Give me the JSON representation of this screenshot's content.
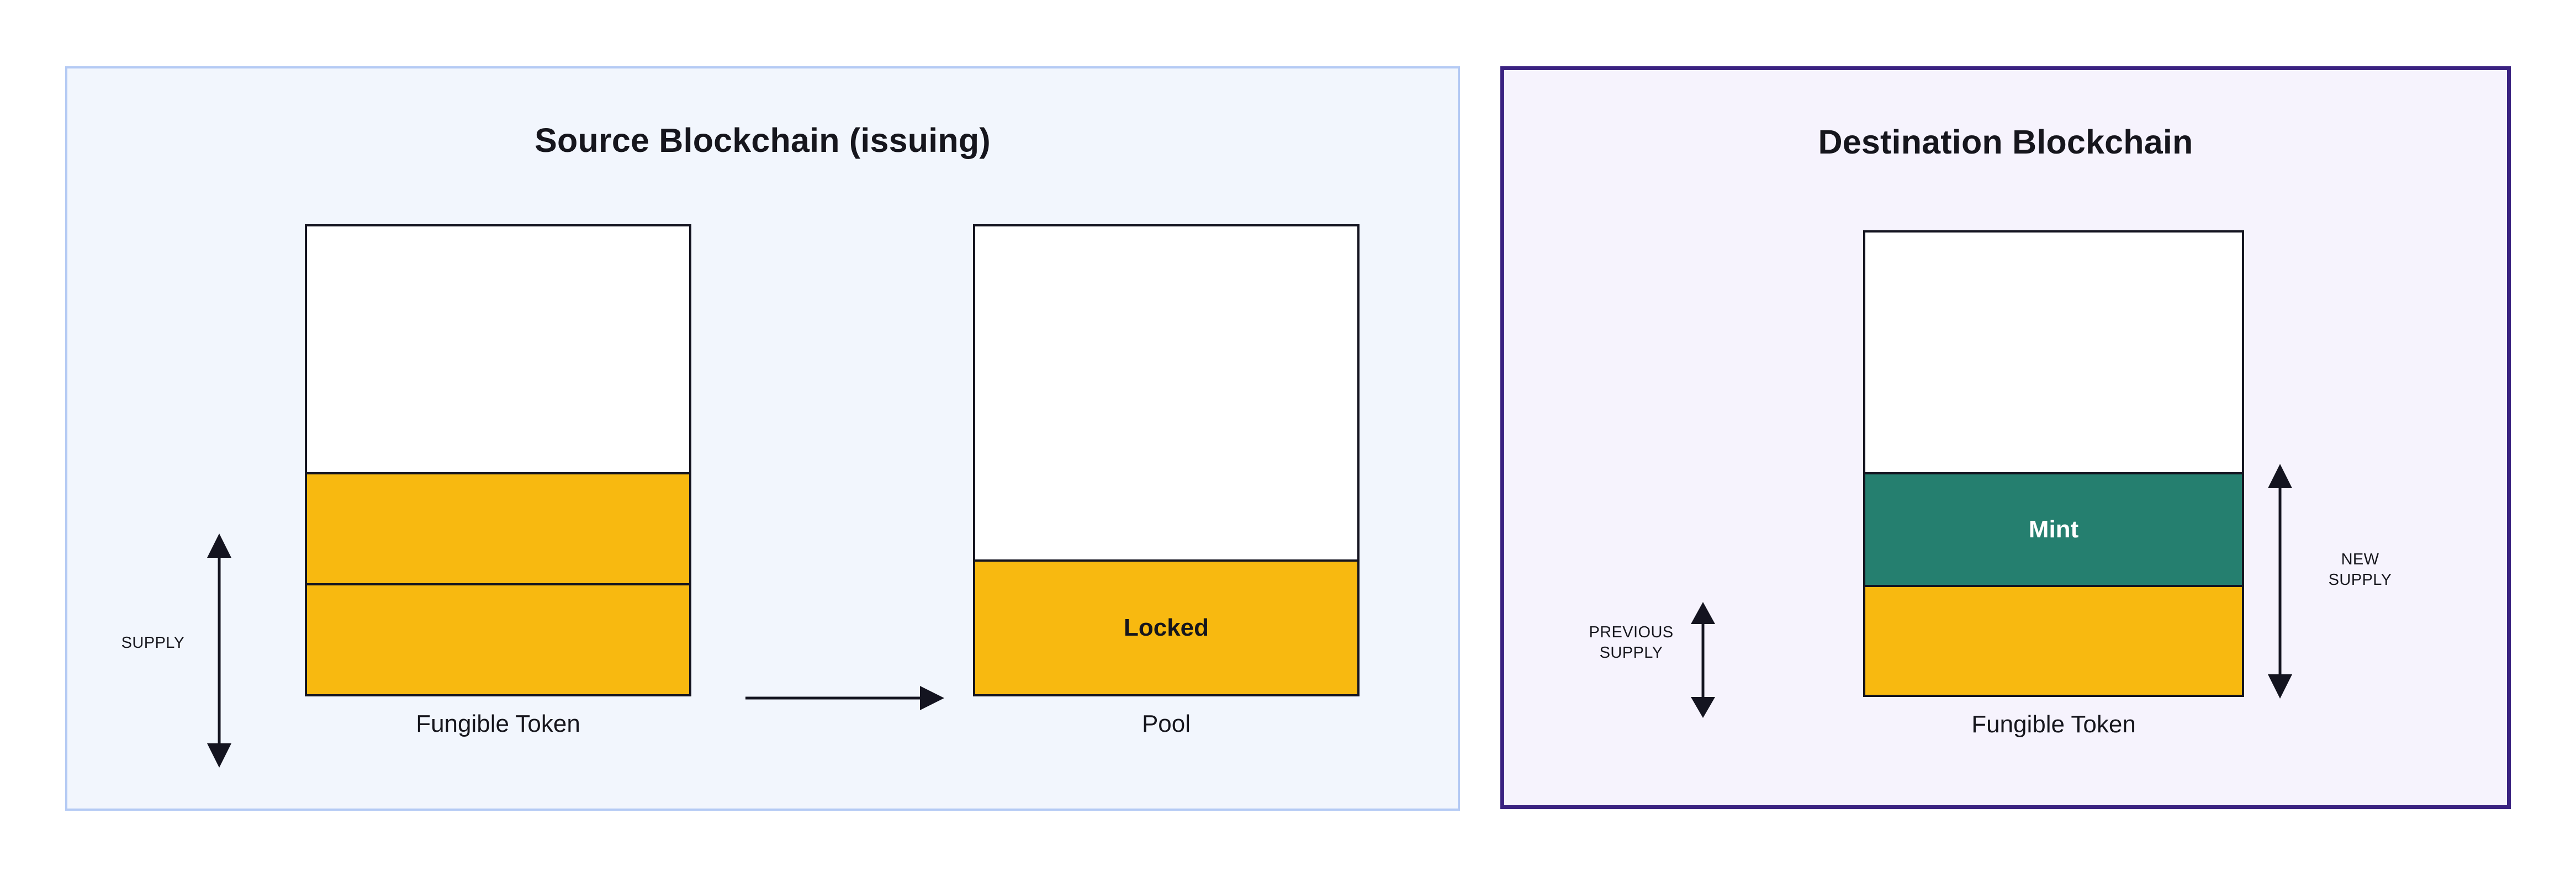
{
  "diagram": {
    "title_implicit": "Cross-chain token lock-and-mint",
    "colors": {
      "token_yellow": "#f8b910",
      "mint_teal": "#257f6f",
      "empty_white": "#ffffff",
      "stroke_black": "#141420",
      "source_panel_bg": "#f2f6fd",
      "source_panel_border": "#b4caf4",
      "destination_panel_bg": "#f6f3fd",
      "destination_panel_border": "#3a2281",
      "page_bg": "#ffffff"
    }
  },
  "source_panel": {
    "title": "Source Blockchain (issuing)",
    "token_column": {
      "caption": "Fungible Token",
      "segments": [
        {
          "name": "headroom",
          "label": "",
          "fill": "empty",
          "fraction": 0.525
        },
        {
          "name": "supply-upper",
          "label": "",
          "fill": "yellow",
          "fraction": 0.238
        },
        {
          "name": "supply-lower",
          "label": "",
          "fill": "yellow",
          "fraction": 0.237
        }
      ]
    },
    "supply_measure": {
      "label": "SUPPLY",
      "spans": [
        "supply-upper",
        "supply-lower"
      ]
    },
    "transfer_arrow": {
      "from": "Fungible Token",
      "to": "Pool",
      "label": ""
    },
    "pool_column": {
      "caption": "Pool",
      "segments": [
        {
          "name": "pool-headroom",
          "label": "",
          "fill": "empty",
          "fraction": 0.712
        },
        {
          "name": "pool-locked",
          "label": "Locked",
          "fill": "yellow",
          "fraction": 0.288
        }
      ]
    }
  },
  "destination_panel": {
    "title": "Destination Blockchain",
    "token_column": {
      "caption": "Fungible Token",
      "segments": [
        {
          "name": "headroom",
          "label": "",
          "fill": "empty",
          "fraction": 0.519
        },
        {
          "name": "mint",
          "label": "Mint",
          "fill": "teal",
          "fraction": 0.243
        },
        {
          "name": "previous-supply",
          "label": "",
          "fill": "yellow",
          "fraction": 0.238
        }
      ]
    },
    "previous_supply_measure": {
      "label": "PREVIOUS\nSUPPLY",
      "spans": [
        "previous-supply"
      ]
    },
    "new_supply_measure": {
      "label": "NEW\nSUPPLY",
      "spans": [
        "mint",
        "previous-supply"
      ]
    }
  }
}
